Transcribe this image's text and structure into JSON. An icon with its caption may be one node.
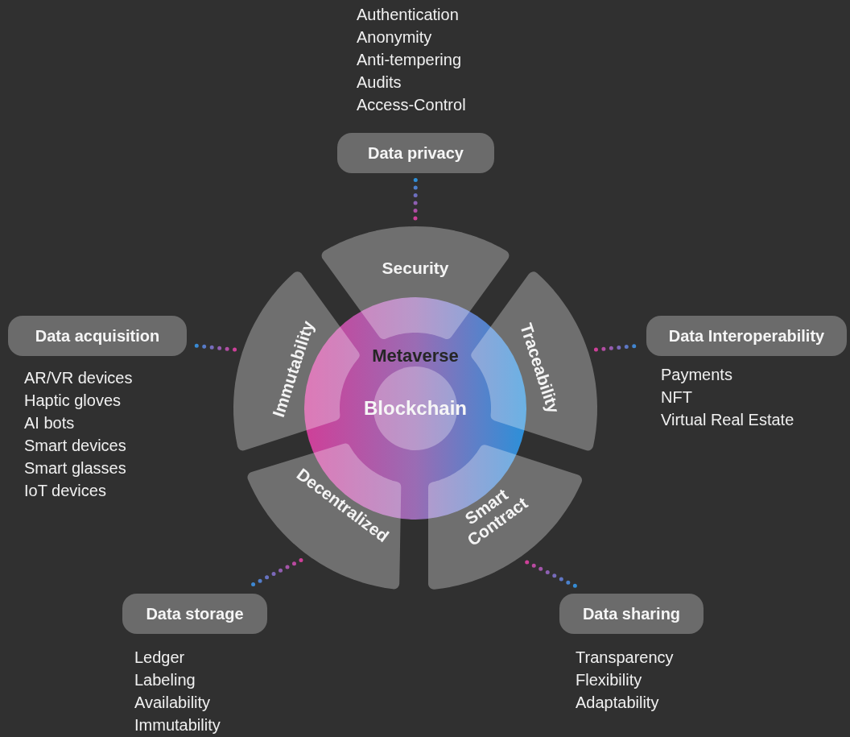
{
  "diagram": {
    "nodes": [
      {
        "text": [
          "Data privacy"
        ],
        "beside": [
          "Authentication",
          "Anonymity",
          "Anti-tempering",
          "Audits",
          "Access-Control"
        ]
      },
      {
        "text": [
          "Data acquisition"
        ],
        "beside": [
          "AR/VR devices",
          "Haptic gloves",
          "AI bots",
          "Smart devices",
          "Smart glasses",
          "IoT devices"
        ]
      },
      {
        "text": [
          "Data Interoperability"
        ],
        "beside": [
          "Payments",
          "NFT",
          "Virtual Real Estate"
        ]
      },
      {
        "text": [
          "Data storage"
        ],
        "beside": [
          "Ledger",
          "Labeling",
          "Availability",
          "Immutability"
        ]
      },
      {
        "text": [
          "Data sharing"
        ],
        "beside": [
          "Transparency",
          "Flexibility",
          "Adaptability"
        ]
      },
      {
        "text": [
          "Security"
        ]
      },
      {
        "text": [
          "Immutability"
        ]
      },
      {
        "text": [
          "Traceability"
        ]
      },
      {
        "text": [
          "Decentralized"
        ]
      },
      {
        "text": [
          "Smart Contract"
        ]
      },
      {
        "text": [
          "Metaverse"
        ]
      },
      {
        "text": [
          "Blockchain"
        ],
        "in": 10
      }
    ],
    "edges": [
      {
        "from": 5,
        "to": 0,
        "arrow": "none"
      },
      {
        "from": 6,
        "to": 1,
        "arrow": "none"
      },
      {
        "from": 7,
        "to": 2,
        "arrow": "none"
      },
      {
        "from": 8,
        "to": 3,
        "arrow": "none"
      },
      {
        "from": 9,
        "to": 4,
        "arrow": "none"
      }
    ]
  }
}
